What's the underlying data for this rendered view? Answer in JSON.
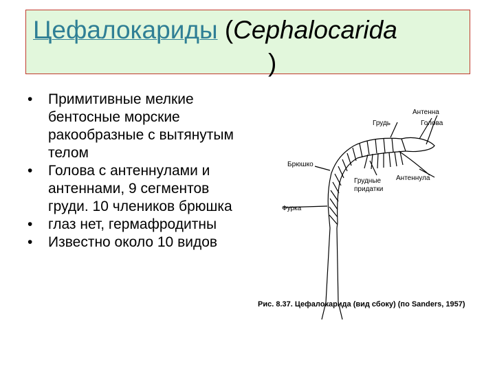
{
  "title": {
    "russian": "Цефалокариды",
    "open": " (",
    "latin": "Cephalocarida",
    "close": ")"
  },
  "bullets": [
    "Примитивные мелкие бентосные морские ракообразные с вытянутым телом",
    "Голова с антеннулами и антеннами, 9 сегментов груди. 10 члеников брюшка",
    "глаз нет, гермафродитны",
    "Известно около 10 видов"
  ],
  "bullet_symbol": "•",
  "figure": {
    "labels": {
      "antennula": "Антенна",
      "thorax": "Грудь",
      "head": "Голова",
      "abdomen": "Брюшко",
      "thoracic_limbs_1": "Грудные",
      "thoracic_limbs_2": "придатки",
      "antenna": "Антеннула",
      "furca": "Фурка"
    },
    "caption": "Рис. 8.37. Цефалокарида (вид сбоку) (по Sanders, 1957)"
  }
}
